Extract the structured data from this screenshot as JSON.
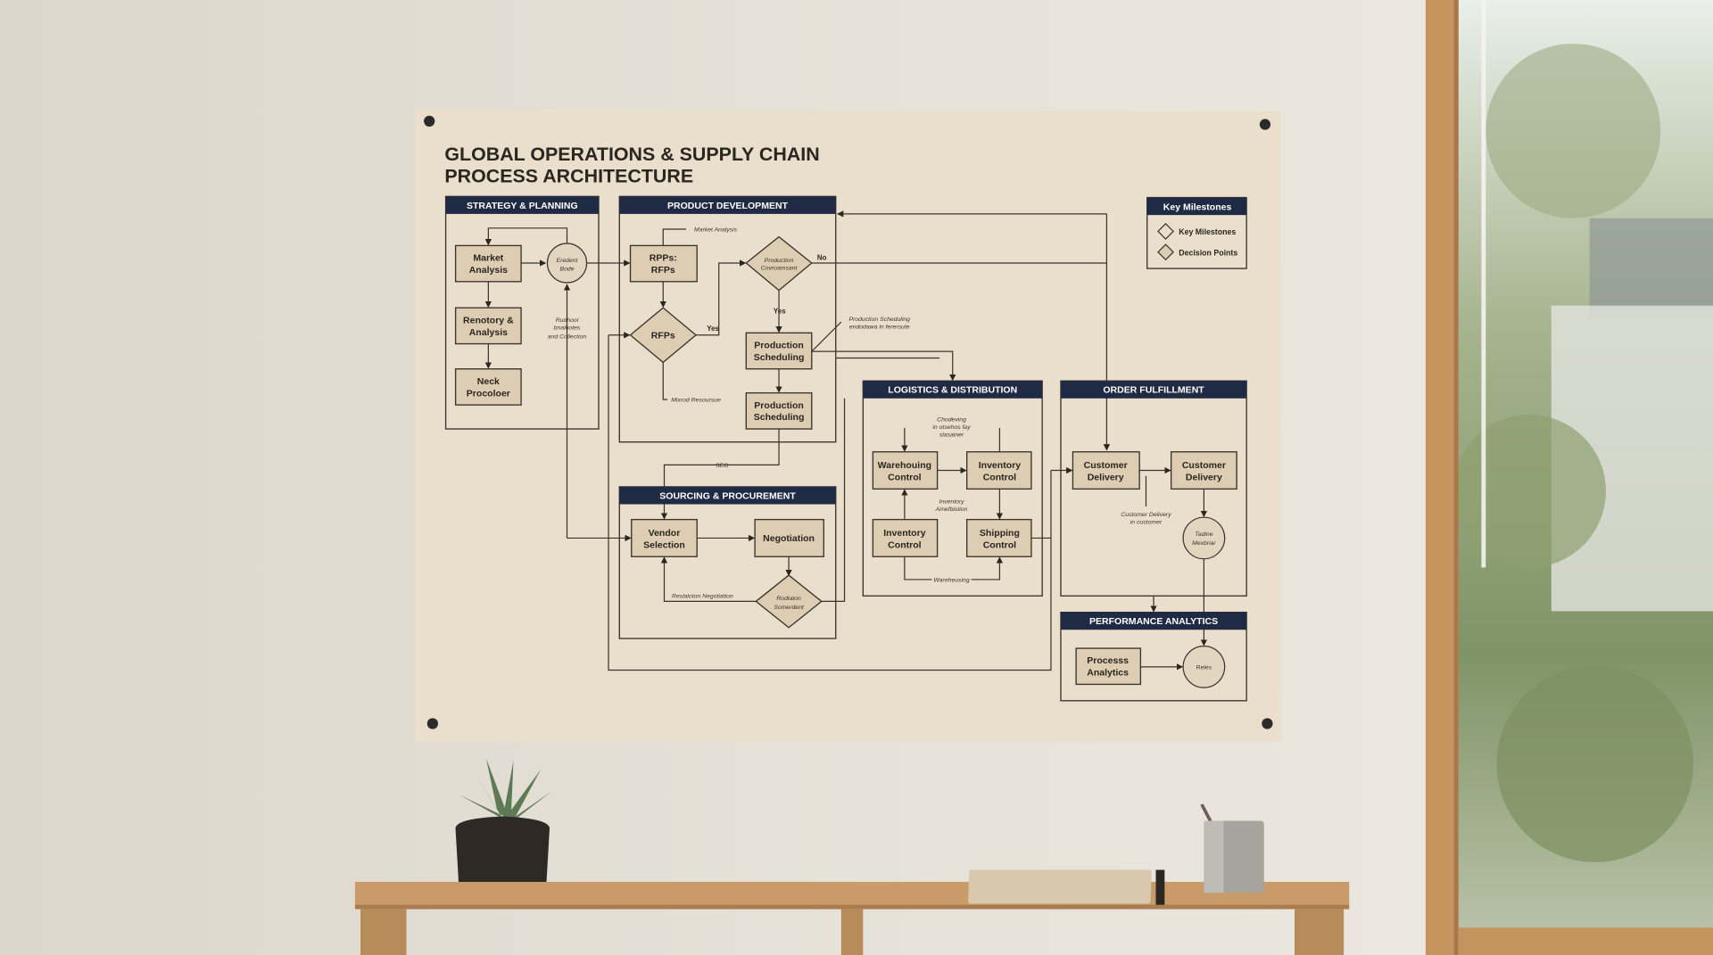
{
  "poster": {
    "title_line1": "GLOBAL OPERATIONS & SUPPLY CHAIN",
    "title_line2": "PROCESS ARCHITECTURE",
    "legend": {
      "title": "Key Milestones",
      "items": [
        "Key Milestones",
        "Decision Points"
      ]
    },
    "strategy": {
      "header": "STRATEGY & PLANNING",
      "market_analysis": [
        "Market",
        "Analysis"
      ],
      "renotory": [
        "Renotory &",
        "Analysis"
      ],
      "neck": [
        "Neck",
        "Procoloer"
      ],
      "circle": [
        "Eredent",
        "Bode"
      ],
      "note": [
        "Rudhool",
        "bnalnotes",
        "and Collection"
      ]
    },
    "product": {
      "header": "PRODUCT DEVELOPMENT",
      "rpps": [
        "RPPs:",
        "RFPs"
      ],
      "rfps": "RFPs",
      "decision": [
        "Production",
        "Covroamsant"
      ],
      "sched1": [
        "Production",
        "Scheduling"
      ],
      "sched2": [
        "Production",
        "Scheduling"
      ],
      "note_market": "Market Analysis",
      "note_mixrod": "Mixrod Resoursue",
      "yes1": "Yes",
      "yes2": "Yes",
      "no": "No",
      "note_sched": [
        "Production Scheduling",
        "endodawa in ferersute"
      ]
    },
    "sourcing": {
      "header": "SOURCING & PROCUREMENT",
      "vendor": [
        "Vendor",
        "Selection"
      ],
      "negotiation": "Negotiation",
      "decision": [
        "Rodlaton",
        "Somerdent"
      ],
      "note": "Reslaloton Negotiation",
      "seg": "SEG"
    },
    "logistics": {
      "header": "LOGISTICS & DISTRIBUTION",
      "warehouing": [
        "Warehouing",
        "Control"
      ],
      "inventory1": [
        "Inventory",
        "Control"
      ],
      "inventory2": [
        "Inventory",
        "Control"
      ],
      "shipping": [
        "Shipping",
        "Control"
      ],
      "note_top": [
        "Chodeving",
        "in otsehos fay",
        "slasainer"
      ],
      "note_mid": [
        "Inventory",
        "Amefbistion"
      ],
      "note_bottom": "Wareheusing"
    },
    "fulfillment": {
      "header": "ORDER FULFILLMENT",
      "delivery1": [
        "Customer",
        "Delivery"
      ],
      "delivery2": [
        "Customer",
        "Delivery"
      ],
      "circle": [
        "Tadine",
        "Mexbriar"
      ],
      "note": [
        "Customer Delivery",
        "in customer"
      ]
    },
    "analytics": {
      "header": "PERFORMANCE ANALYTICS",
      "process": [
        "Processs",
        "Analytics"
      ],
      "circle": "Reles"
    }
  },
  "colors": {
    "header": "#1f2a44",
    "paper": "#e9dfcc",
    "node": "#dccdb3",
    "wall": "#e4dfd6",
    "wood": "#c89b69"
  }
}
